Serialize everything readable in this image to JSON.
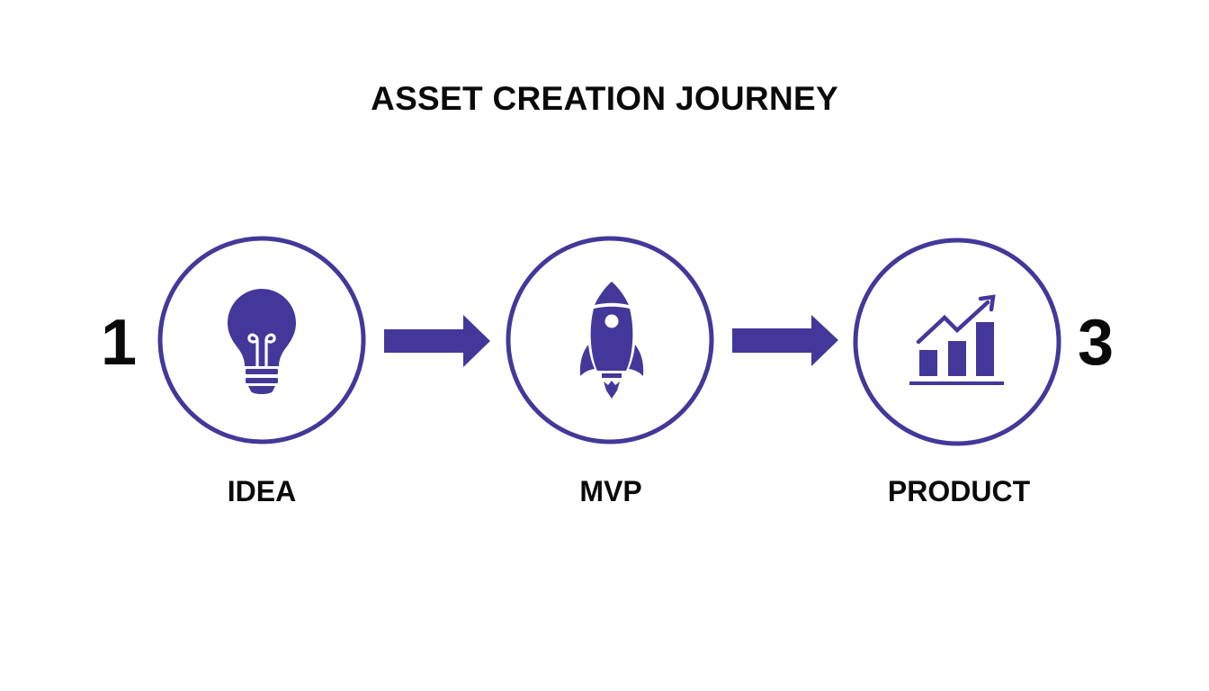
{
  "title": "ASSET CREATION JOURNEY",
  "colors": {
    "accent": "#43389a",
    "text": "#0a0a0a",
    "background": "#ffffff"
  },
  "stages": [
    {
      "label": "IDEA",
      "icon": "lightbulb-icon",
      "number": "1"
    },
    {
      "label": "MVP",
      "icon": "rocket-icon"
    },
    {
      "label": "PRODUCT",
      "icon": "growth-chart-icon",
      "number": "3"
    }
  ],
  "connectors": [
    {
      "from": "IDEA",
      "to": "MVP",
      "icon": "arrow-right-icon"
    },
    {
      "from": "MVP",
      "to": "PRODUCT",
      "icon": "arrow-right-icon"
    }
  ]
}
